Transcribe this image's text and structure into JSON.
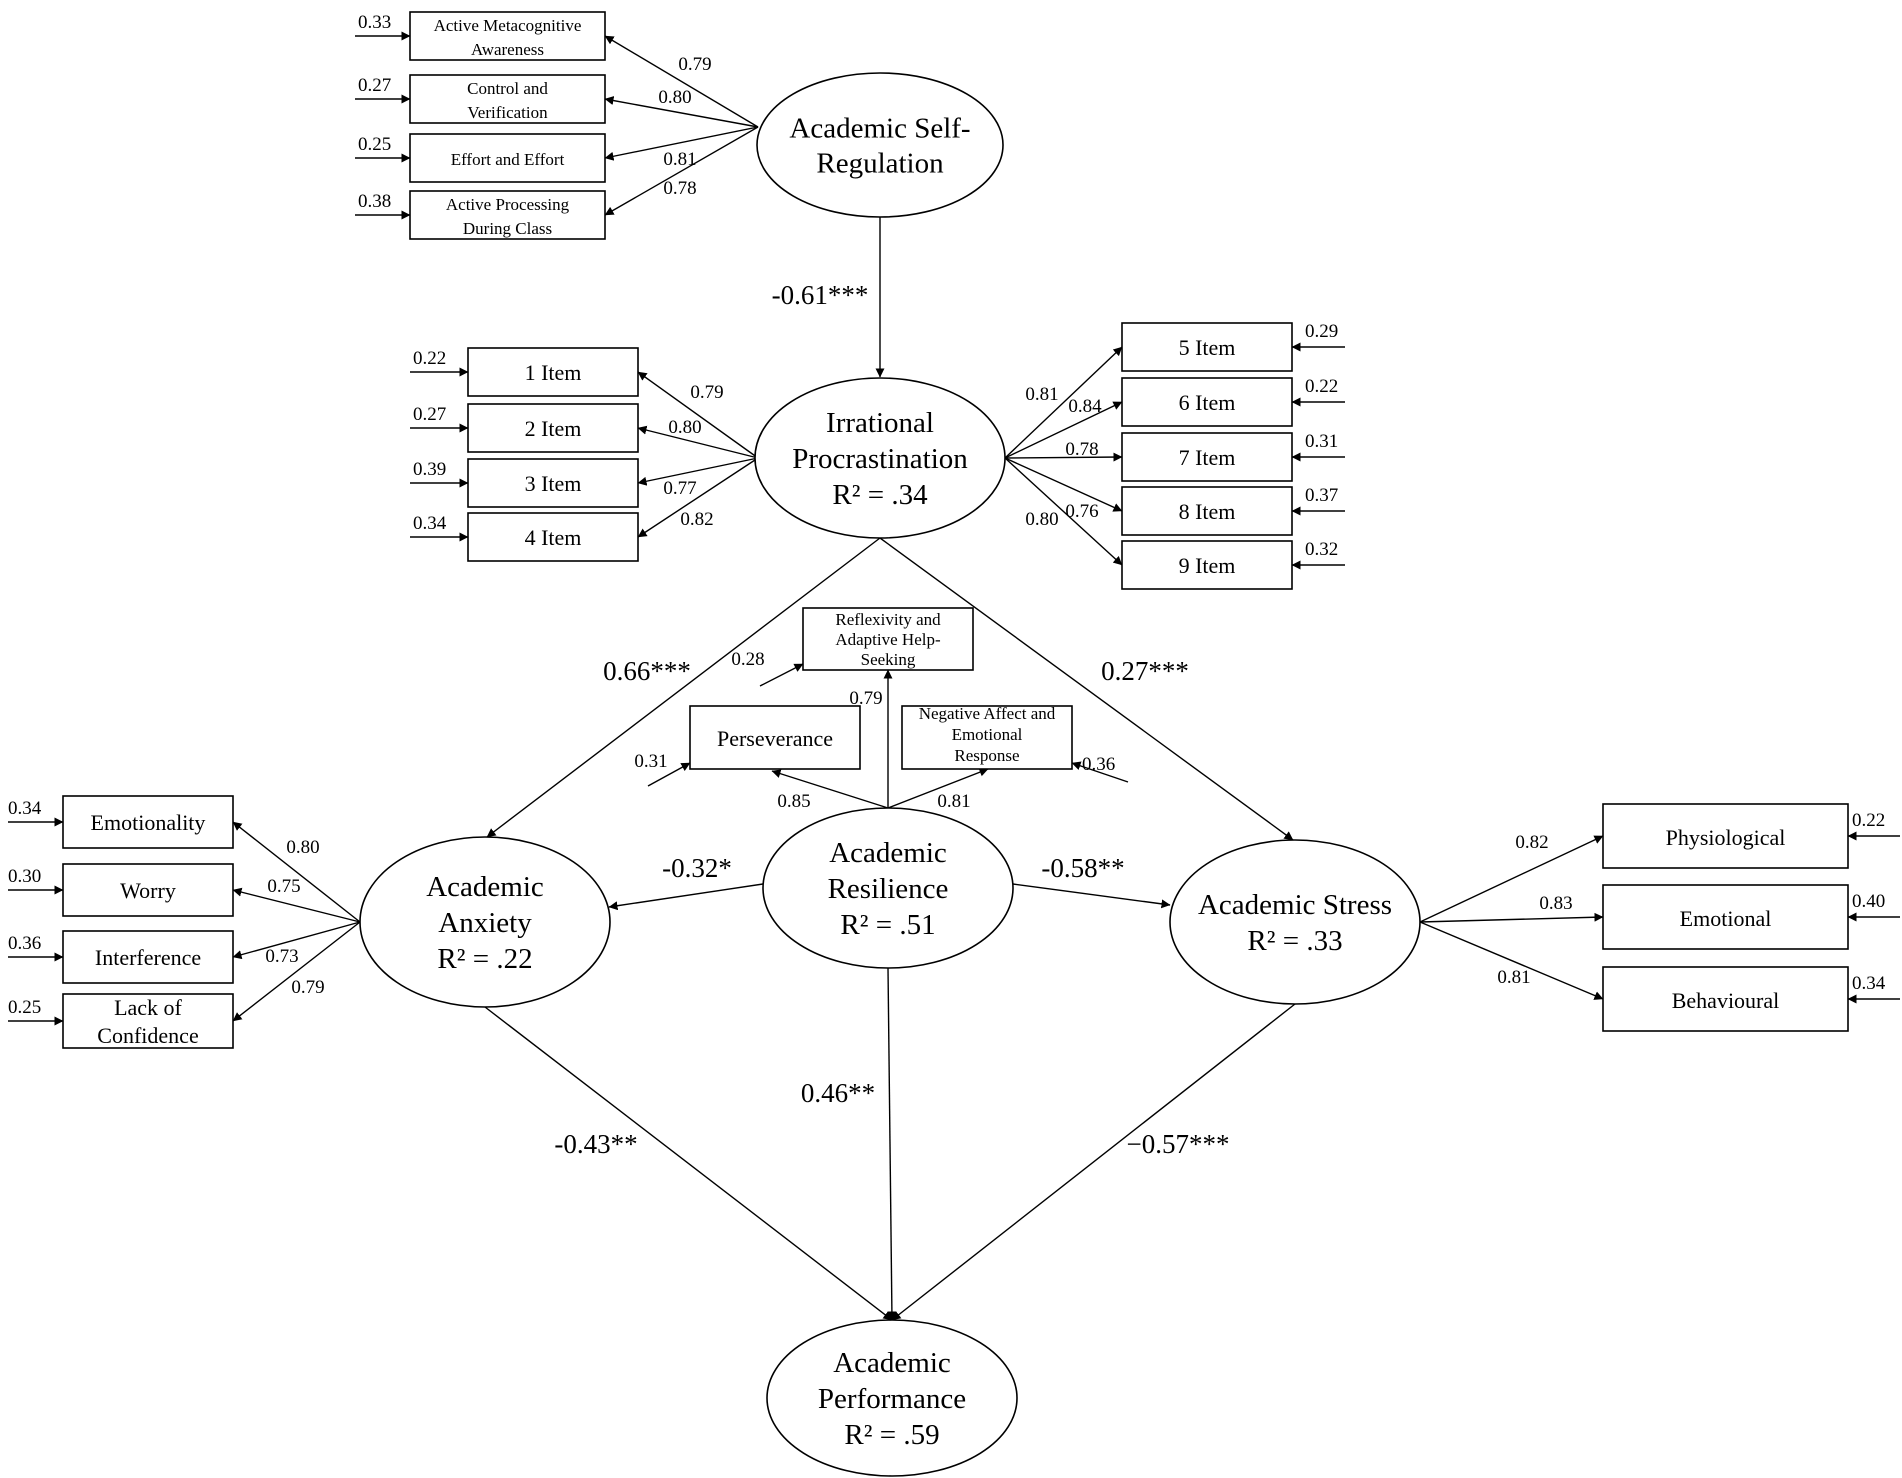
{
  "latents": {
    "self_regulation": [
      "Academic Self-",
      "Regulation"
    ],
    "procrastination": [
      "Irrational",
      "Procrastination",
      "R² = .34"
    ],
    "resilience": [
      "Academic",
      "Resilience",
      "R² = .51"
    ],
    "anxiety": [
      "Academic",
      "Anxiety",
      "R² = .22"
    ],
    "stress": [
      "Academic Stress",
      "R² = .33"
    ],
    "performance": [
      "Academic",
      "Performance",
      "R² = .59"
    ]
  },
  "self_regulation_items": [
    {
      "lines": [
        "Active  Metacognitive",
        "Awareness"
      ],
      "error": "0.33",
      "loading": "0.79"
    },
    {
      "lines": [
        "Control  and",
        "Verification"
      ],
      "error": "0.27",
      "loading": "0.80"
    },
    {
      "lines": [
        "Effort  and Effort"
      ],
      "error": "0.25",
      "loading": "0.81"
    },
    {
      "lines": [
        "Active  Processing",
        "During  Class"
      ],
      "error": "0.38",
      "loading": "0.78"
    }
  ],
  "procrastination_left_items": [
    {
      "label": "1 Item",
      "error": "0.22",
      "loading": "0.79"
    },
    {
      "label": "2 Item",
      "error": "0.27",
      "loading": "0.80"
    },
    {
      "label": "3 Item",
      "error": "0.39",
      "loading": "0.77"
    },
    {
      "label": "4 Item",
      "error": "0.34",
      "loading": "0.82"
    }
  ],
  "procrastination_right_items": [
    {
      "label": "5 Item",
      "error": "0.29",
      "loading": "0.81"
    },
    {
      "label": "6 Item",
      "error": "0.22",
      "loading": "0.84"
    },
    {
      "label": "7 Item",
      "error": "0.31",
      "loading": "0.78"
    },
    {
      "label": "8 Item",
      "error": "0.37",
      "loading": "0.76"
    },
    {
      "label": "9 Item",
      "error": "0.32",
      "loading": "0.80"
    }
  ],
  "resilience_items": {
    "reflexivity": {
      "lines": [
        "Reflexivity  and",
        "Adaptive  Help-",
        "Seeking"
      ],
      "error": "0.28",
      "loading": "0.79"
    },
    "perseverance": {
      "lines": [
        "Perseverance"
      ],
      "error": "0.31",
      "loading": "0.85"
    },
    "negative_affect": {
      "lines": [
        "Negative Affect and",
        "Emotional",
        "Response"
      ],
      "error": "0.36",
      "loading": "0.81"
    }
  },
  "anxiety_items": [
    {
      "lines": [
        "Emotionality"
      ],
      "error": "0.34",
      "loading": "0.80"
    },
    {
      "lines": [
        "Worry"
      ],
      "error": "0.30",
      "loading": "0.75"
    },
    {
      "lines": [
        "Interference"
      ],
      "error": "0.36",
      "loading": "0.73"
    },
    {
      "lines": [
        "Lack  of",
        "Confidence"
      ],
      "error": "0.25",
      "loading": "0.79"
    }
  ],
  "stress_items": [
    {
      "label": "Physiological",
      "error": "0.22",
      "loading": "0.82"
    },
    {
      "label": "Emotional",
      "error": "0.40",
      "loading": "0.83"
    },
    {
      "label": "Behavioural",
      "error": "0.34",
      "loading": "0.81"
    }
  ],
  "paths": {
    "sr_to_ip": "-0.61***",
    "ip_to_anx": "0.66***",
    "ip_to_str": "0.27***",
    "res_to_anx": "-0.32*",
    "res_to_str": "-0.58**",
    "anx_to_perf": "-0.43**",
    "res_to_perf": "0.46**",
    "str_to_perf": "−0.57***"
  }
}
